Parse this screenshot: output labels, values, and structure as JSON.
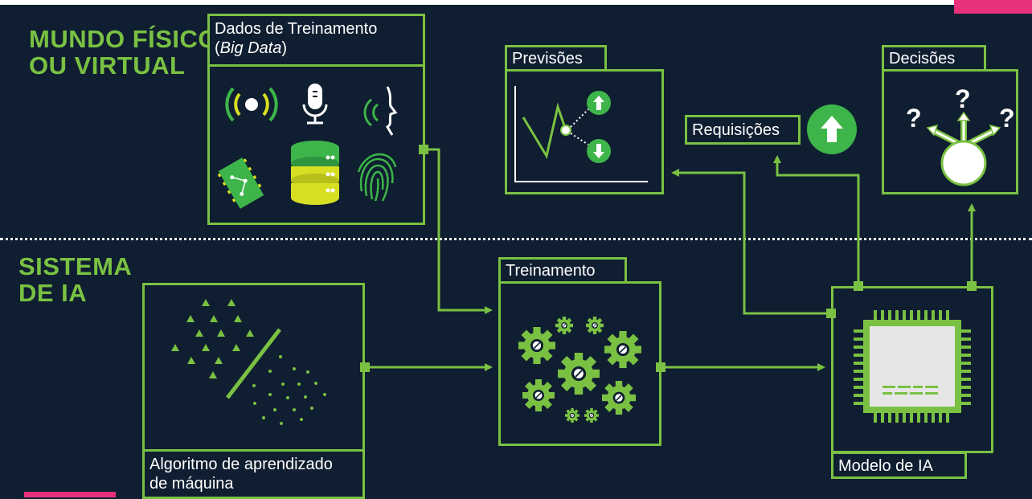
{
  "sections": {
    "physical": "MUNDO FÍSICO\nOU VIRTUAL",
    "system": "SISTEMA\nDE IA"
  },
  "boxes": {
    "training_data_line1": "Dados de Treinamento",
    "training_data_line2_open": "(",
    "training_data_line2_italic": "Big Data",
    "training_data_line2_close": ")",
    "predictions": "Previsões",
    "requests": "Requisições",
    "decisions": "Decisões",
    "training": "Treinamento",
    "algorithm_line1": "Algoritmo de aprendizado",
    "algorithm_line2": "de máquina",
    "ai_model": "Modelo de IA"
  },
  "colors": {
    "background": "#0f1e30",
    "accent_green": "#7ac143",
    "bright_green": "#3db54a",
    "yellow": "#d7df23",
    "pink": "#e8317b",
    "white": "#ffffff"
  },
  "icons": [
    "wireless-signal-icon",
    "microphone-icon",
    "voice-icon",
    "circuit-board-icon",
    "database-icon",
    "fingerprint-icon",
    "trend-line-icon",
    "arrow-up-circle-icon",
    "arrow-down-circle-icon",
    "question-mark-icon",
    "gears-icon",
    "chip-icon",
    "classification-icon"
  ]
}
